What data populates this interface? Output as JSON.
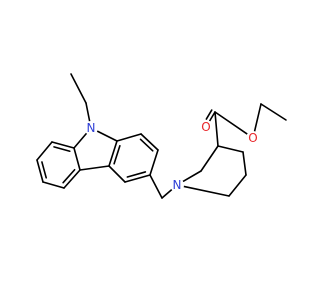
{
  "molecule": {
    "colors": {
      "bond": "#000000",
      "nitrogen": "#2f3fd6",
      "oxygen": "#e8262a"
    },
    "atoms": [
      {
        "id": "n_carbazole",
        "label": "N",
        "element": "N"
      },
      {
        "id": "n_piperidine",
        "label": "N",
        "element": "N"
      },
      {
        "id": "o_carbonyl",
        "label": "O",
        "element": "O"
      },
      {
        "id": "o_ester",
        "label": "O",
        "element": "O"
      }
    ]
  }
}
